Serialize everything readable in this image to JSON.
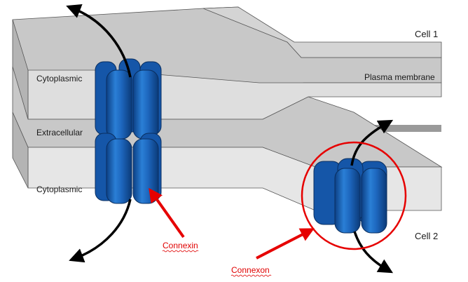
{
  "labels": {
    "cell1": "Cell 1",
    "cell2": "Cell 2",
    "plasma_membrane": "Plasma membrane",
    "cytoplasmic_top": "Cytoplasmic",
    "extracellular": "Extracellular",
    "cytoplasmic_bottom": "Cytoplasmic",
    "connexin": "Connexin",
    "connexon": "Connexon"
  },
  "colors": {
    "membrane_top": "#c4c4c4",
    "membrane_front": "#dcdcdc",
    "protein_blue": "#1f6fc8",
    "protein_dark": "#0d3f80",
    "annotation_red": "#e60000"
  }
}
